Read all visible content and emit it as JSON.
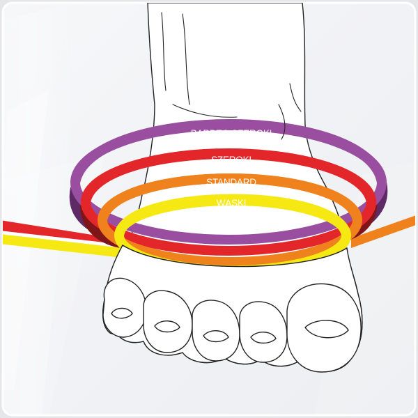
{
  "widths": [
    {
      "id": "bardzo-szeroki",
      "label": "BARDZO SZEROKI",
      "color": "#9a4ea0",
      "shade": "#5e2a66"
    },
    {
      "id": "szeroki",
      "label": "SZEROKI",
      "color": "#e3262a",
      "shade": "#7f1518"
    },
    {
      "id": "standard",
      "label": "STANDARD",
      "color": "#f0821e",
      "shade": "#9a4d10"
    },
    {
      "id": "waski",
      "label": "WĄSKI",
      "color": "#f6e812",
      "shade": "#b5a90a"
    }
  ],
  "colors": {
    "background": "#f4f5f7",
    "frame": "#ffffff",
    "outline": "#222222"
  }
}
